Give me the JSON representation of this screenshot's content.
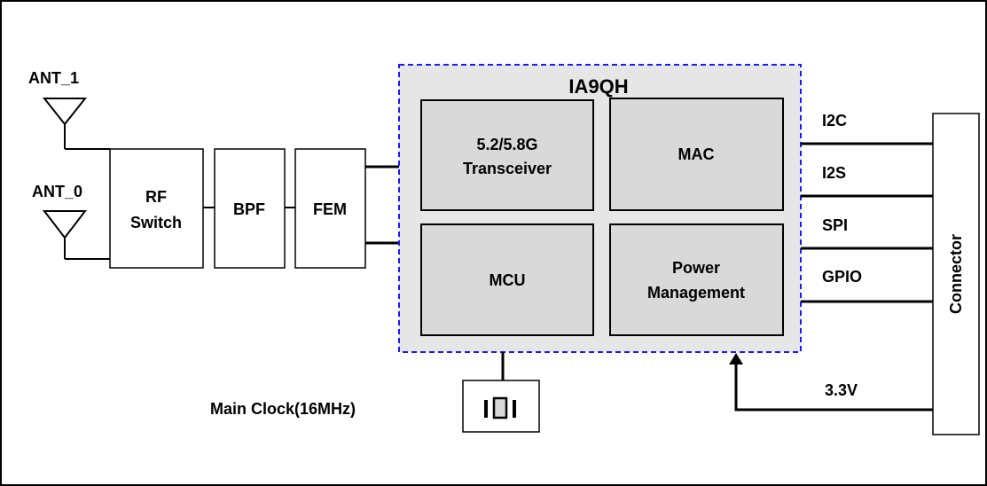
{
  "diagram": {
    "antennas": {
      "ant1": "ANT_1",
      "ant0": "ANT_0"
    },
    "blocks": {
      "rf_switch": {
        "line1": "RF",
        "line2": "Switch"
      },
      "bpf": "BPF",
      "fem": "FEM"
    },
    "chip": {
      "title": "IA9QH",
      "transceiver": {
        "line1": "5.2/5.8G",
        "line2": "Transceiver"
      },
      "mac": "MAC",
      "mcu": "MCU",
      "power": {
        "line1": "Power",
        "line2": "Management"
      }
    },
    "interfaces": [
      "I2C",
      "I2S",
      "SPI",
      "GPIO"
    ],
    "connector": "Connector",
    "power_input": "3.3V",
    "clock": "Main Clock(16MHz)",
    "colors": {
      "chip_border": "#1a1aff",
      "chip_fill": "#e6e6e6",
      "block_fill": "#d9d9d9",
      "line": "#000000"
    }
  }
}
